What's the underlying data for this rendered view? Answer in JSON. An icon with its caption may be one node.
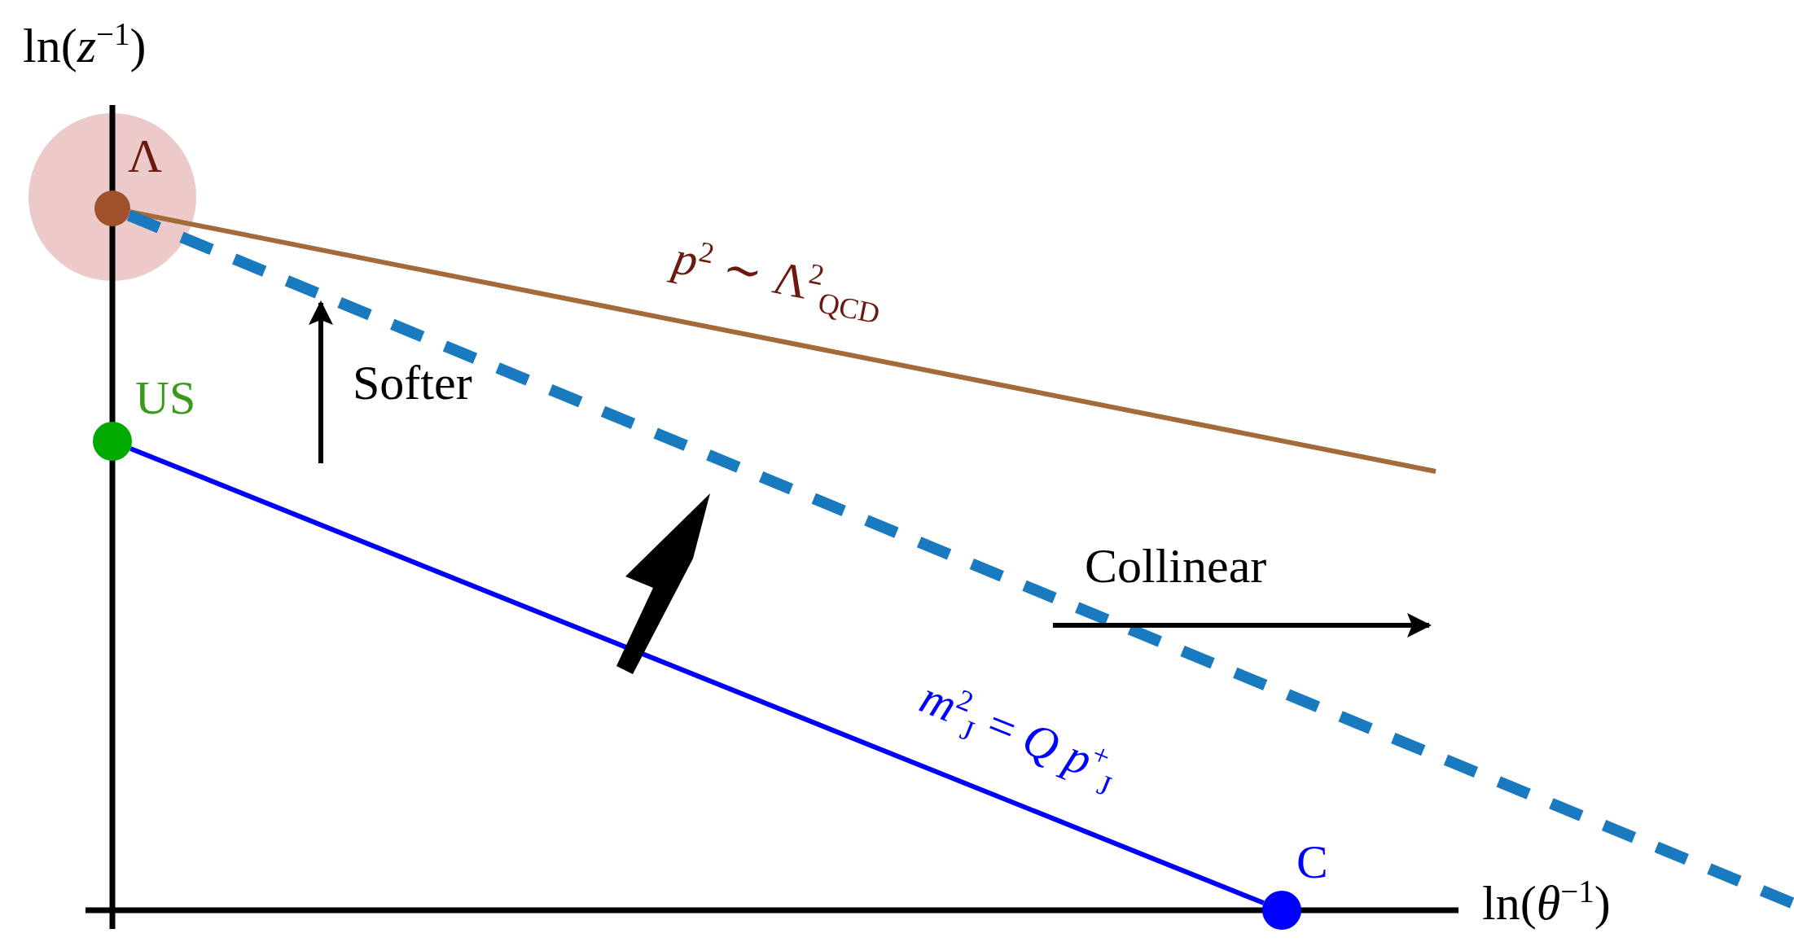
{
  "diagram": {
    "nodes": [
      {
        "text": [],
        "shape": "circle",
        "beside": [
          "Λ"
        ]
      },
      {
        "text": [],
        "shape": "circle",
        "beside": [
          "US"
        ]
      },
      {
        "text": [],
        "shape": "circle",
        "beside": [
          "C"
        ]
      }
    ],
    "edges": [
      {
        "from": 0,
        "to": null,
        "arrow": "none",
        "color": "#a36a3a",
        "label": "*p*$^{2}$ ∼ Λ$^{2}$$_{QCD}$"
      },
      {
        "from": 1,
        "to": 2,
        "arrow": "none",
        "color": "#0000ff",
        "label": "*m*$^{2}$$_{J}$ = *Q p*$^{+}$$_{J}$"
      },
      {
        "from": 0,
        "to": null,
        "arrow": "none",
        "style": "dashed",
        "color": "#1a7abf"
      }
    ],
    "labels": [
      "ln(*z*$^{−1}$)",
      "Softer",
      "Collinear",
      "ln(*θ*$^{−1}$)"
    ]
  }
}
